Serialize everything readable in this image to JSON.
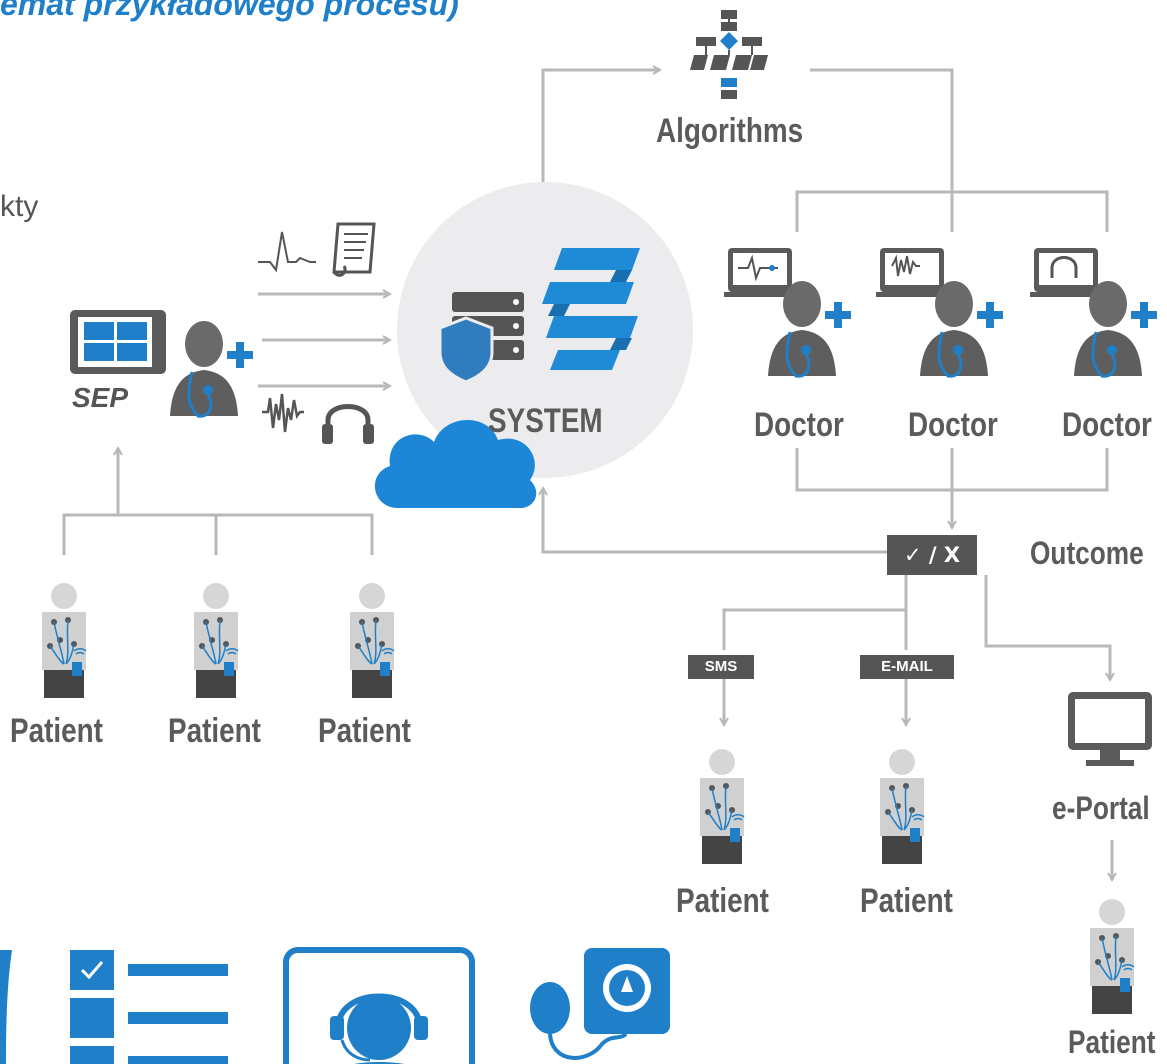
{
  "title": "emat przykładowego procesu)",
  "fragment_text": "kty",
  "nodes": {
    "algorithms": "Algorithms",
    "system": "SYSTEM",
    "sep": "SEP",
    "doctor_1": "Doctor",
    "doctor_2": "Doctor",
    "doctor_3": "Doctor",
    "outcome_symbol": "✓ / X",
    "outcome": "Outcome",
    "sms": "SMS",
    "email": "E-MAIL",
    "eportal": "e-Portal"
  },
  "patients": {
    "p1": "Patient",
    "p2": "Patient",
    "p3": "Patient",
    "p4": "Patient",
    "p5": "Patient",
    "p6": "Patient"
  },
  "colors": {
    "accent_blue": "#1f7fc8",
    "cloud_blue": "#1d86d6",
    "dark_gray": "#555555",
    "line_gray": "#b8b8b8",
    "circle_bg": "#ececee"
  },
  "icons": [
    "flowchart-icon",
    "ecg-wave-icon",
    "document-icon",
    "tablet-icon",
    "doctor-icon",
    "waveform-icon",
    "headphones-icon",
    "server-icon",
    "shield-icon",
    "logo-icon",
    "cloud-icon",
    "monitor-icon",
    "patient-icon",
    "checklist-icon",
    "call-center-icon",
    "blood-pressure-icon"
  ]
}
